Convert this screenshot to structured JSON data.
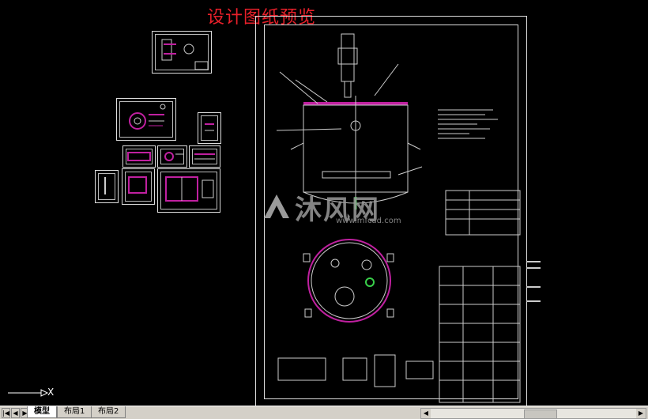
{
  "drawing": {
    "title": "设计图纸预览"
  },
  "watermark": {
    "text": "沐风网",
    "url": "www.mfcad.com"
  },
  "ucs": {
    "axis_label": "X"
  },
  "layout_tabs": [
    {
      "label": "模型",
      "active": true
    },
    {
      "label": "布局1",
      "active": false
    },
    {
      "label": "布局2",
      "active": false
    }
  ],
  "nav_buttons": [
    "|◀",
    "◀",
    "▶",
    "▶|"
  ],
  "scrollbar": {
    "left_arrow": "◀",
    "right_arrow": "▶"
  },
  "icons": {
    "navigation": "tab-nav-arrows",
    "ucs": "ucs-axis-icon"
  },
  "colors": {
    "background": "#000000",
    "title_red": "#e8202a",
    "accent_magenta": "#c020a0",
    "lines": "#dddddd"
  }
}
